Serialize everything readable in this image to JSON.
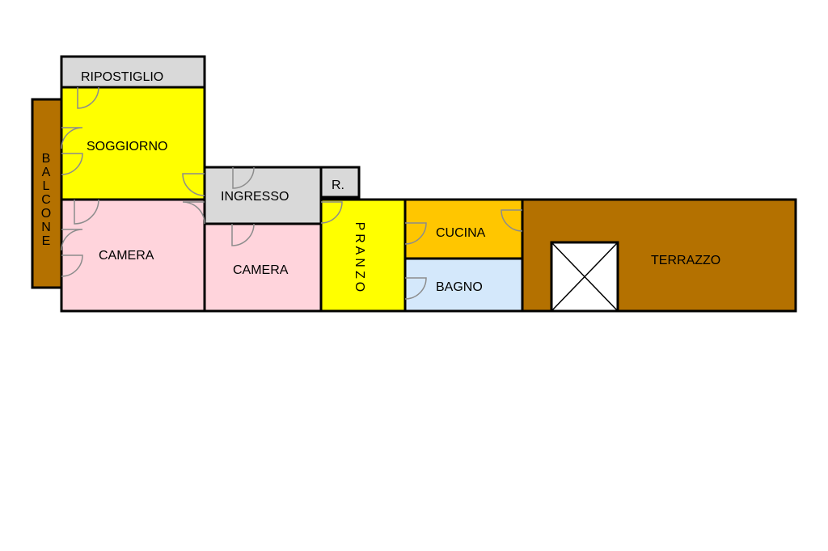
{
  "colors": {
    "balcone": "#b47100",
    "ripostiglio": "#d9d9d9",
    "soggiorno": "#ffff00",
    "camera": "#ffd4dc",
    "ingresso": "#d9d9d9",
    "pranzo": "#ffff00",
    "cucina": "#ffc600",
    "bagno": "#d4e8fb",
    "terrazzo": "#b47100",
    "wall": "#000000",
    "door": "#8c8c8c"
  },
  "rooms": {
    "ripostiglio": "RIPOSTIGLIO",
    "soggiorno": "SOGGIORNO",
    "ingresso": "INGRESSO",
    "r_small": "R.",
    "camera_left": "CAMERA",
    "camera_center": "CAMERA",
    "pranzo": [
      "P",
      "R",
      "A",
      "N",
      "Z",
      "O"
    ],
    "cucina": "CUCINA",
    "bagno": "BAGNO",
    "terrazzo": "TERRAZZO",
    "balcone": [
      "B",
      "A",
      "L",
      "C",
      "O",
      "N",
      "E"
    ]
  }
}
